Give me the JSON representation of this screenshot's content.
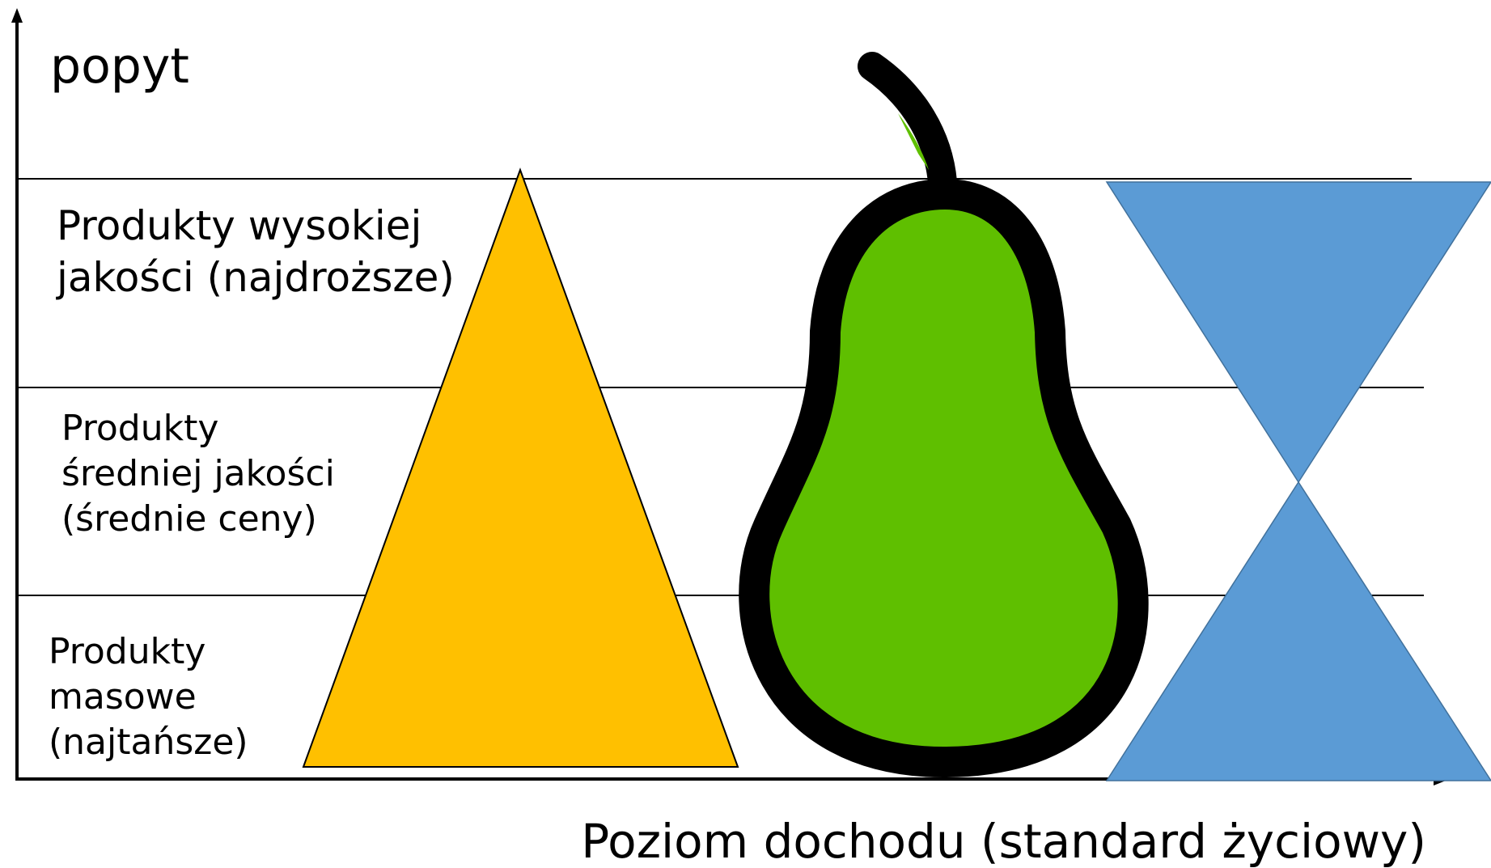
{
  "axes": {
    "y_label": "popyt",
    "x_label": "Poziom dochodu (standard życiowy)"
  },
  "bands": [
    {
      "lines": [
        "Produkty wysokiej",
        "jakości (najdroższe)"
      ]
    },
    {
      "lines": [
        "Produkty",
        "średniej jakości",
        "(średnie ceny)"
      ]
    },
    {
      "lines": [
        "Produkty",
        "masowe",
        "(najtańsze)"
      ]
    }
  ],
  "shapes": {
    "pyramid": {
      "fill": "#FFC000"
    },
    "pear": {
      "fill": "#5FBF00",
      "outline": "#000000"
    },
    "hourglass": {
      "fill": "#5B9BD5"
    }
  },
  "colors": {
    "axis": "#000000",
    "grid": "#000000",
    "text": "#000000"
  }
}
